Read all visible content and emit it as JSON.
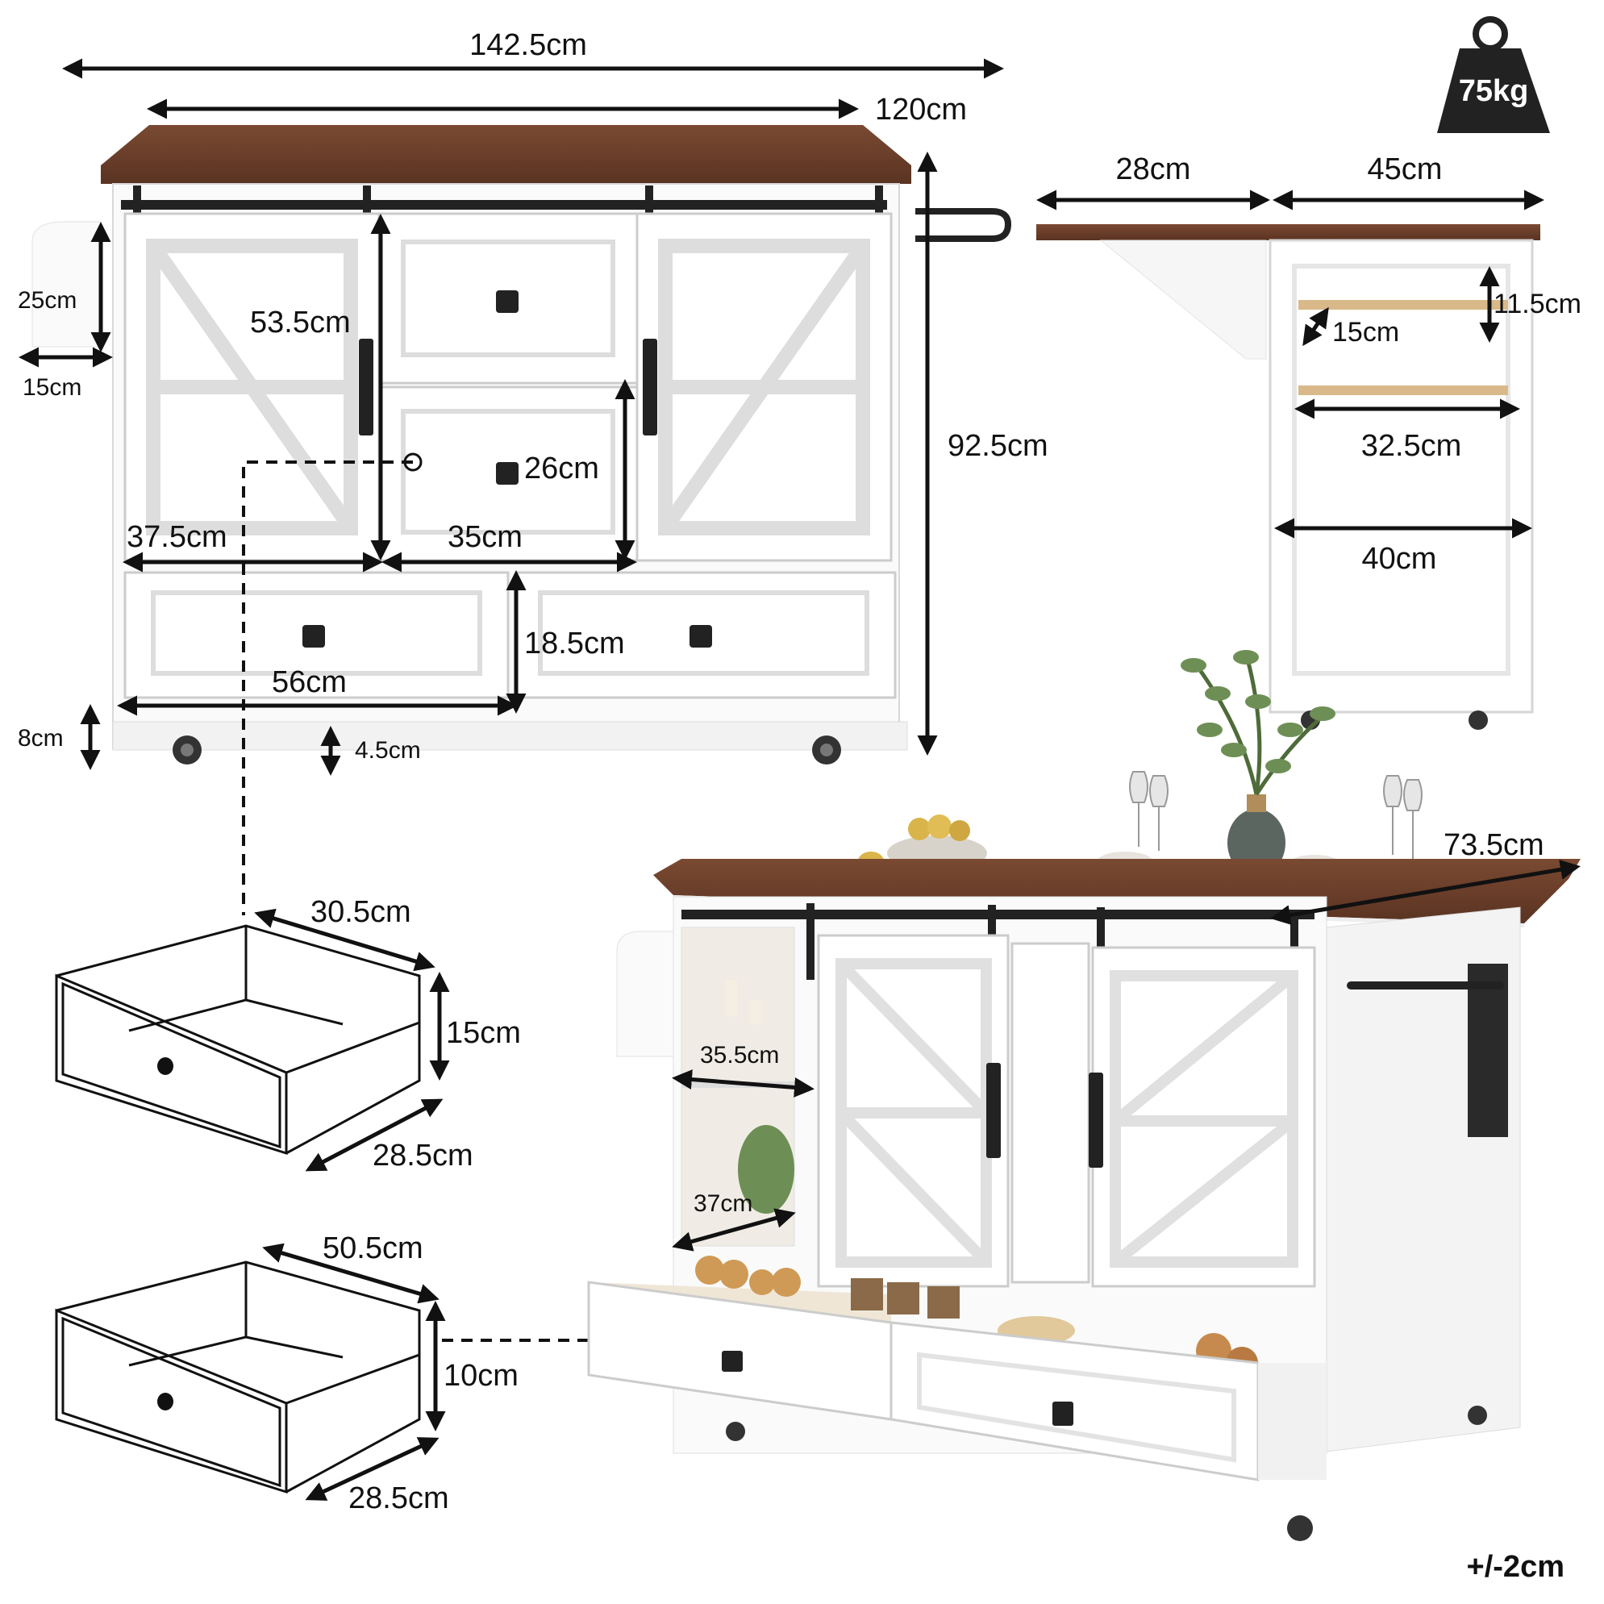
{
  "weight": {
    "value": "75kg"
  },
  "front_view": {
    "total_width": "142.5cm",
    "body_width": "120cm",
    "total_height": "92.5cm",
    "side_panel_height": "25cm",
    "side_panel_depth": "15cm",
    "middle_height": "53.5cm",
    "drawer_height": "26cm",
    "left_cabinet_width": "37.5cm",
    "middle_width": "35cm",
    "bottom_drawer_height": "18.5cm",
    "bottom_drawer_width": "56cm",
    "base_height": "8cm",
    "caster_clearance": "4.5cm"
  },
  "side_view": {
    "leaf_depth": "28cm",
    "body_depth": "45cm",
    "shelf_gap": "11.5cm",
    "rack_depth": "15cm",
    "rack_width": "32.5cm",
    "interior_width": "40cm"
  },
  "small_drawer": {
    "width": "30.5cm",
    "height": "15cm",
    "depth": "28.5cm"
  },
  "large_drawer": {
    "width": "50.5cm",
    "height": "10cm",
    "depth": "28.5cm"
  },
  "product_view": {
    "top_depth": "73.5cm",
    "shelf_depth": "35.5cm",
    "lower_shelf_depth": "37cm"
  },
  "tolerance": "+/-2cm"
}
